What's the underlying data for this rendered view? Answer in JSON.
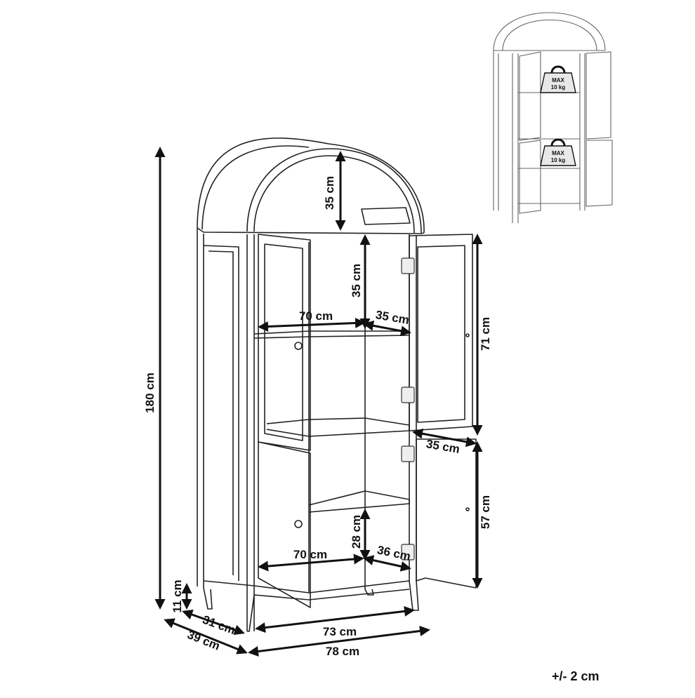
{
  "dimensions": {
    "height_total": "180 cm",
    "arch_height": "35 cm",
    "upper_shelf_gap": "35 cm",
    "upper_shelf_width": "70 cm",
    "upper_shelf_depth": "35 cm",
    "upper_door_height": "71 cm",
    "door_depth": "35 cm",
    "lower_door_height": "57 cm",
    "lower_shelf_gap": "28 cm",
    "lower_shelf_width": "70 cm",
    "lower_shelf_depth": "36 cm",
    "leg_height": "11 cm",
    "inner_depth": "31 cm",
    "inner_width": "73 cm",
    "outer_depth": "39 cm",
    "outer_width": "78 cm"
  },
  "tolerance": "+/- 2 cm",
  "load_badge_top": {
    "line1": "MAX",
    "line2": "10 kg"
  },
  "load_badge_bottom": {
    "line1": "MAX",
    "line2": "10 kg"
  }
}
